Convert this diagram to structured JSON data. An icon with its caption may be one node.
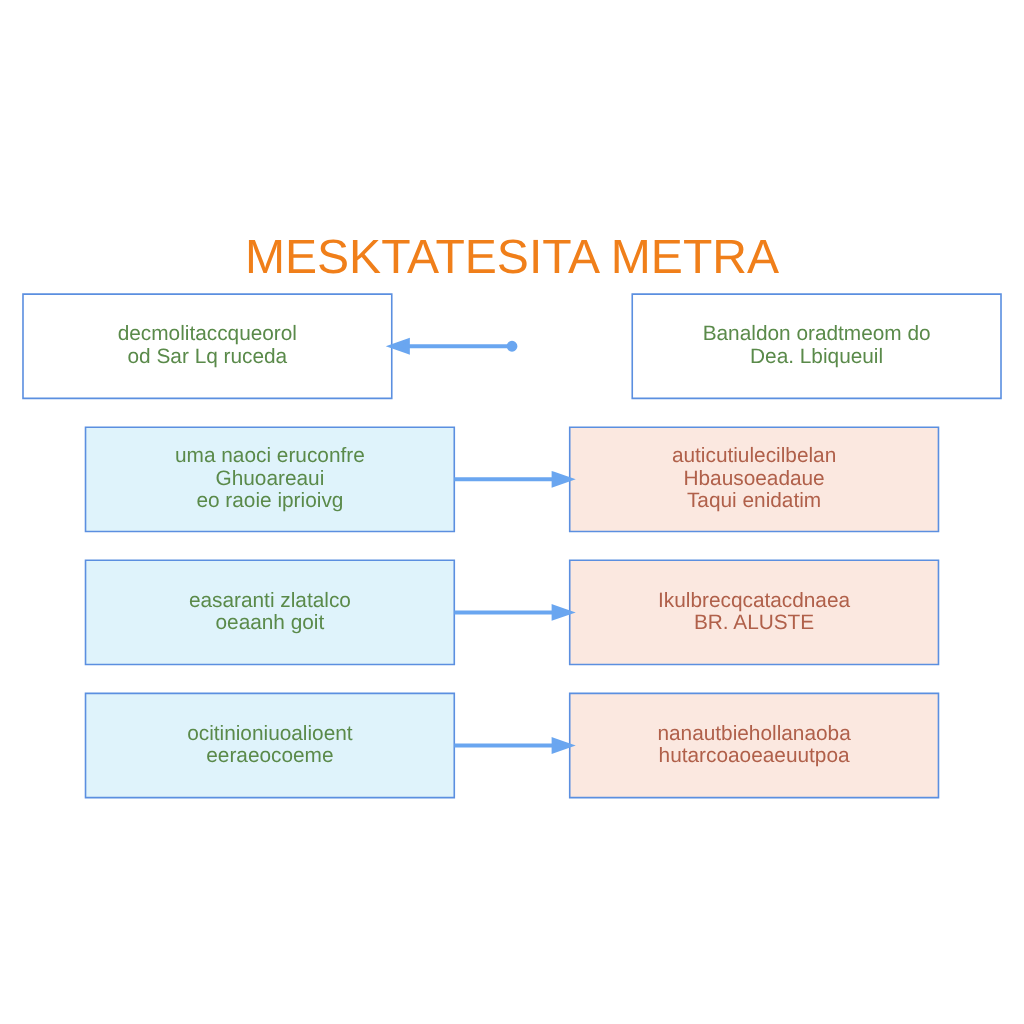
{
  "diagram": {
    "title": "MESKTATESITA METRA",
    "nodes": [
      {
        "text": [
          "decmolitaccqueorol",
          "od Sar Lq ruceda"
        ]
      },
      {
        "text": [
          "Banaldon oradtmeom do",
          "Dea. Lbiqueuil"
        ]
      },
      {
        "text": [
          "uma naoci eruconfre",
          "Ghuoareaui",
          "eo raoie iprioivg"
        ]
      },
      {
        "text": [
          "auticutiulecilbelan",
          "Hbausoeadaue",
          "Taqui enidatim"
        ]
      },
      {
        "text": [
          "easaranti zlatalco",
          "oeaanh goit"
        ]
      },
      {
        "text": [
          "Ikulbrecqcatacdnaea",
          "BR. ALUSTE"
        ]
      },
      {
        "text": [
          "ocitinioniuoalioent",
          "eeraeocoeme"
        ]
      },
      {
        "text": [
          "nanautbiehollanaoba",
          "hutarcoaoeaeuutpoa"
        ]
      }
    ],
    "edges": [
      {
        "from": null,
        "to": 0,
        "arrow": "to"
      },
      {
        "from": 2,
        "to": 3,
        "arrow": "to"
      },
      {
        "from": 4,
        "to": 5,
        "arrow": "to"
      },
      {
        "from": 6,
        "to": 7,
        "arrow": "to"
      }
    ]
  }
}
